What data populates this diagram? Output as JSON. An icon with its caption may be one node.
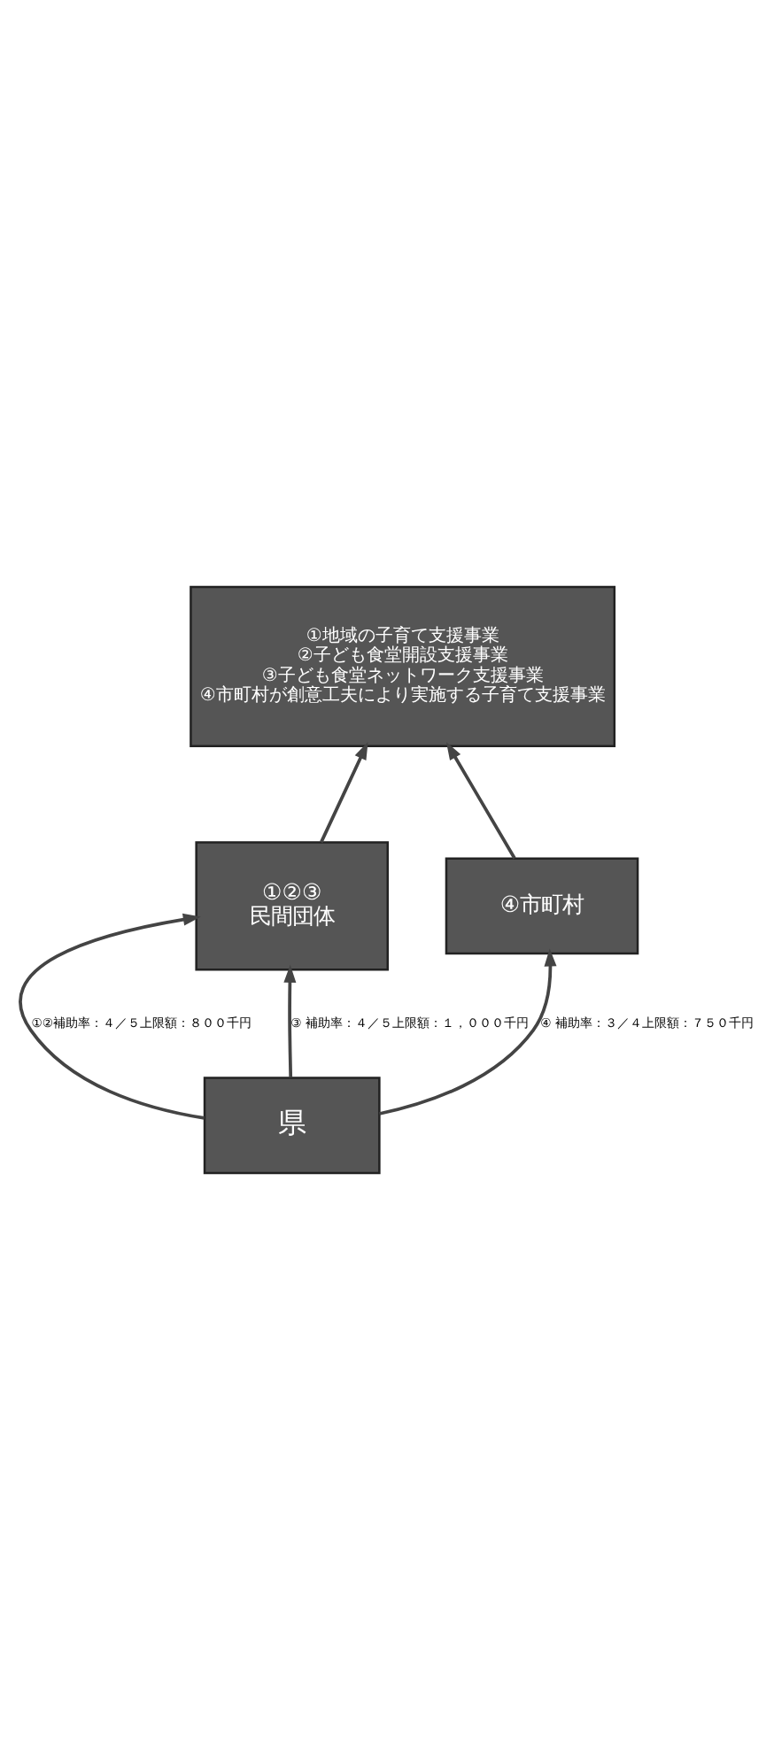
{
  "diagram": {
    "nodes": [
      {
        "text": [
          "県"
        ]
      },
      {
        "text": [
          "①②③",
          "民間団体"
        ]
      },
      {
        "text": [
          "④市町村"
        ]
      },
      {
        "text": [
          "①地域の子育て支援事業",
          "②子ども食堂開設支援事業",
          "③子ども食堂ネットワーク支援事業",
          "④市町村が創意工夫により実施する子育て支援事業"
        ]
      }
    ],
    "edges": [
      {
        "from": 0,
        "to": 1,
        "arrow": "to",
        "label": "①②補助率：４／５上限額：８００千円"
      },
      {
        "from": 0,
        "to": 1,
        "arrow": "to",
        "label": "③ 補助率：４／５上限額：１，０００千円"
      },
      {
        "from": 0,
        "to": 2,
        "arrow": "to",
        "label": "④ 補助率：３／４上限額：７５０千円"
      },
      {
        "from": 1,
        "to": 3,
        "arrow": "to"
      },
      {
        "from": 2,
        "to": 3,
        "arrow": "to"
      }
    ]
  }
}
